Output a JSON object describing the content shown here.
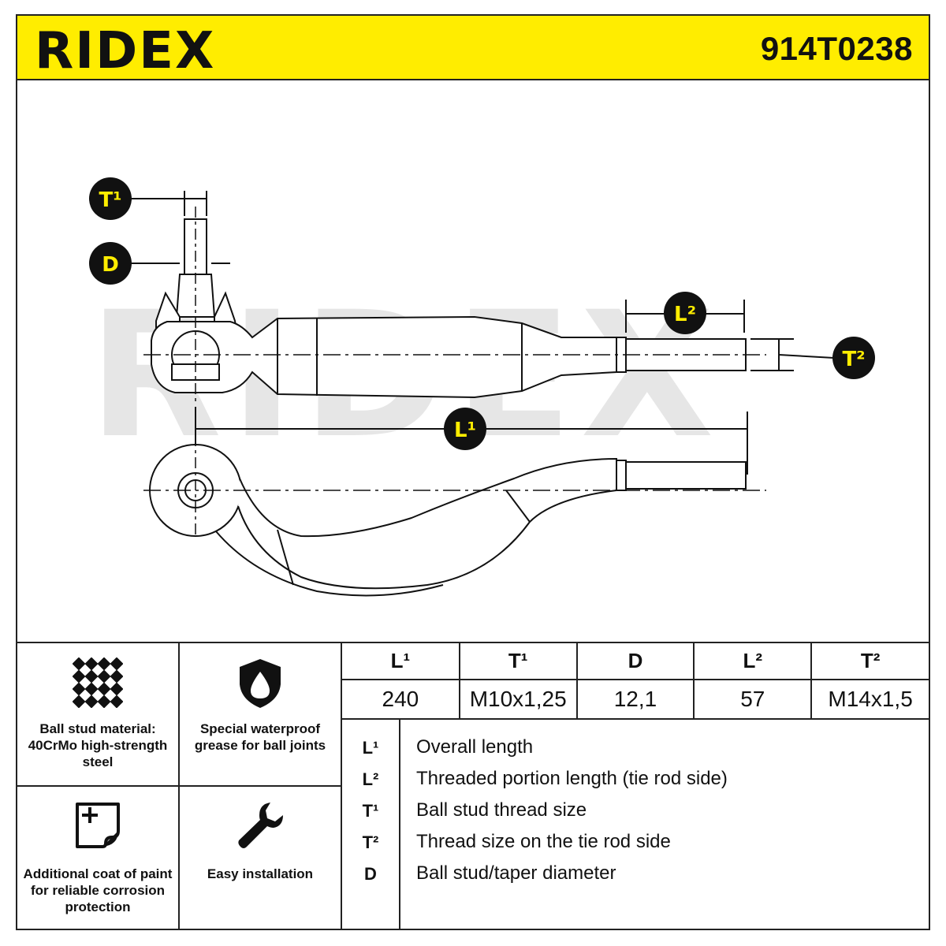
{
  "header": {
    "brand": "RIDEX",
    "part_number": "914T0238"
  },
  "drawing": {
    "watermark": "RIDEX",
    "dimension_labels": {
      "t1": "T¹",
      "d": "D",
      "l2": "L²",
      "t2": "T²",
      "l1": "L¹"
    }
  },
  "features": [
    {
      "icon": "grid-pattern-icon",
      "text": "Ball stud material: 40CrMo high-strength steel"
    },
    {
      "icon": "oil-drop-shield-icon",
      "text": "Special waterproof grease for ball joints"
    },
    {
      "icon": "paint-coat-icon",
      "text": "Additional coat of paint for reliable corrosion protection"
    },
    {
      "icon": "wrench-icon",
      "text": "Easy installation"
    }
  ],
  "spec_table": {
    "headers": [
      "L¹",
      "T¹",
      "D",
      "L²",
      "T²"
    ],
    "values": [
      "240",
      "M10x1,25",
      "12,1",
      "57",
      "M14x1,5"
    ]
  },
  "legend": [
    {
      "symbol": "L¹",
      "description": "Overall length"
    },
    {
      "symbol": "L²",
      "description": "Threaded portion length (tie rod side)"
    },
    {
      "symbol": "T¹",
      "description": "Ball stud thread size"
    },
    {
      "symbol": "T²",
      "description": "Thread size on the tie rod side"
    },
    {
      "symbol": "D",
      "description": "Ball stud/taper diameter"
    }
  ],
  "colors": {
    "brand_yellow": "#ffed00",
    "ink": "#111111",
    "watermark": "#e6e6e6"
  }
}
